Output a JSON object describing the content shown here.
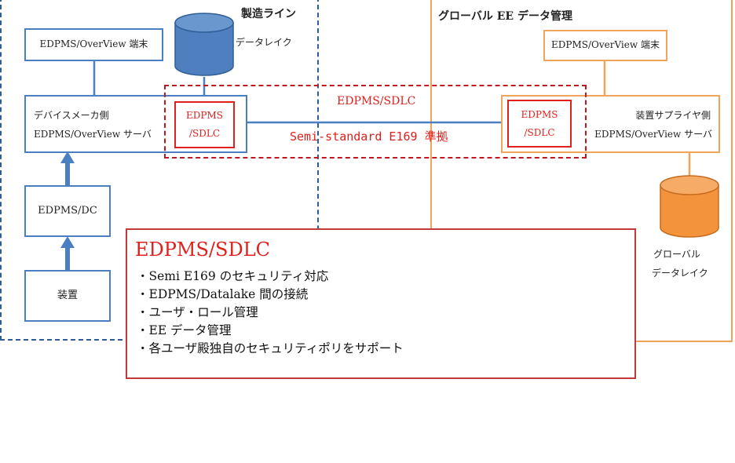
{
  "regions": {
    "fab": "製造ライン",
    "global": "グローバル EE データ管理"
  },
  "fab": {
    "terminal": "EDPMS/OverView 端末",
    "datalake": "データレイク",
    "server_line1": "デバイスメーカ側",
    "server_line2": "EDPMS/OverView サーバ",
    "sdlc_line1": "EDPMS",
    "sdlc_line2": "/SDLC",
    "dc": "EDPMS/DC",
    "equipment": "装置"
  },
  "global": {
    "terminal": "EDPMS/OverView 端末",
    "server_line1": "装置サプライヤ側",
    "server_line2": "EDPMS/OverView サーバ",
    "sdlc_line1": "EDPMS",
    "sdlc_line2": "/SDLC",
    "datalake_line1": "グローバル",
    "datalake_line2": "データレイク"
  },
  "link": {
    "title": "EDPMS/SDLC",
    "standard": "Semi-standard E169 準拠"
  },
  "info": {
    "title": "EDPMS/SDLC",
    "items": [
      "・Semi E169 のセキュリティ対応",
      "・EDPMS/Datalake 間の接続",
      "・ユーザ・ロール管理",
      "・EE データ管理",
      "・各ユーザ殿独自のセキュリティポリをサポート"
    ]
  },
  "colors": {
    "fab_border": "#2f5e97",
    "blue": "#4a7fc1",
    "orange": "#f0a55c",
    "red": "#e0201c"
  }
}
